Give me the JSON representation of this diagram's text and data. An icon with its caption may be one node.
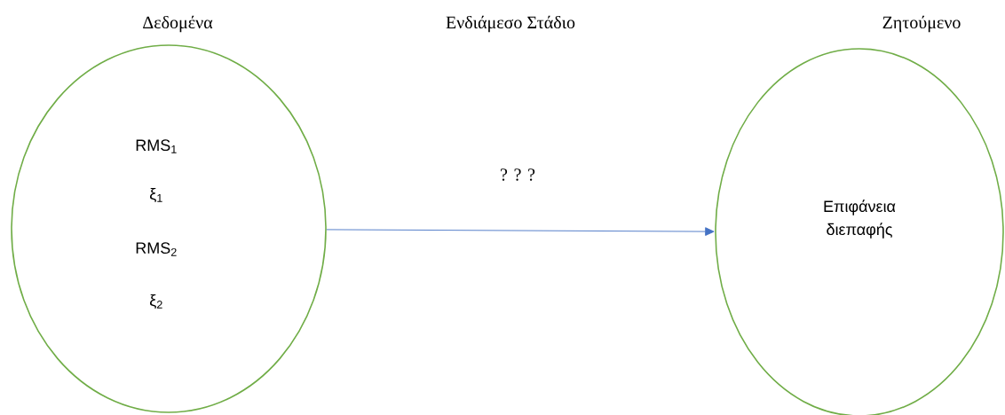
{
  "diagram": {
    "nodes": [
      {
        "text": [
          "Δεδομένα",
          "RMS$_{1}$",
          "ξ$_{1}$",
          "RMS$_{2}$",
          "ξ$_{2}$"
        ]
      },
      {
        "text": [
          "Ζητούμενο",
          "Επιφάνεια διεπαφής"
        ]
      }
    ],
    "edges": [
      {
        "from": 0,
        "to": 1,
        "arrow": "to",
        "label": "? ? ?"
      }
    ],
    "labels": [
      "Ενδιάμεσο Στάδιο"
    ]
  }
}
